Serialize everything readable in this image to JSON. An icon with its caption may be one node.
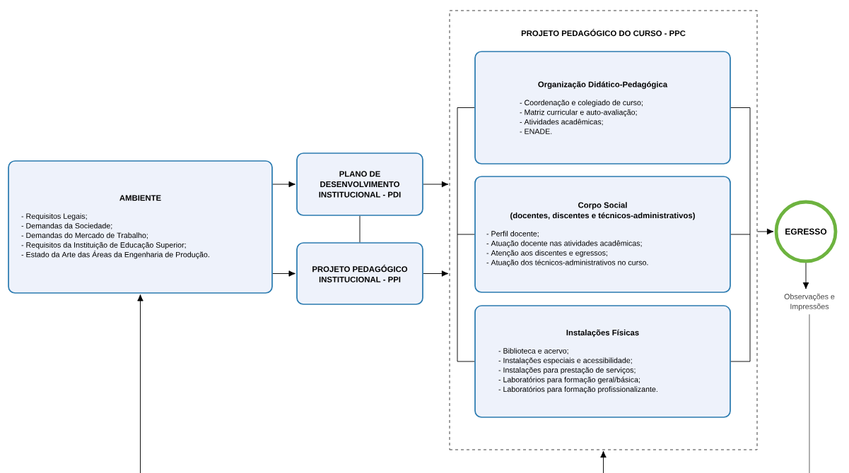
{
  "diagram": {
    "nodes": [
      {
        "text": [
          "AMBIENTE",
          "- Requisitos Legais;",
          "- Demandas da Sociedade;",
          "- Demandas do Mercado de Trabalho;",
          "- Requisitos da Instituição de Educação Superior;",
          "- Estado da Arte das Áreas da Engenharia de Produção."
        ]
      },
      {
        "text": [
          "PLANO DE DESENVOLVIMENTO INSTITUCIONAL - PDI"
        ]
      },
      {
        "text": [
          "PROJETO PEDAGÓGICO INSTITUCIONAL - PPI"
        ]
      },
      {
        "text": [
          "PROJETO PEDAGÓGICO DO CURSO - PPC"
        ]
      },
      {
        "text": [
          "Organização Didático-Pedagógica",
          "- Coordenação e colegiado de curso;",
          "- Matriz curricular e auto-avaliação;",
          "- Atividades acadêmicas;",
          "- ENADE."
        ],
        "in": 3
      },
      {
        "text": [
          "Corpo Social",
          "(docentes, discentes e técnicos-administrativos)",
          "- Perfil docente;",
          "- Atuação docente nas atividades acadêmicas;",
          "- Atenção aos discentes e egressos;",
          "- Atuação dos técnicos-administrativos no curso."
        ],
        "in": 3
      },
      {
        "text": [
          "Instalações Físicas",
          "- Biblioteca e acervo;",
          "- Instalações especiais e acessibilidade;",
          "- Instalações para prestação de serviços;",
          "- Laboratórios para formação geral/básica;",
          "- Laboratórios para formação profissionalizante."
        ],
        "in": 3
      },
      {
        "text": [
          "EGRESSO"
        ]
      },
      {
        "text": [
          "Observações e Impressões"
        ]
      }
    ],
    "edges": [
      {
        "from": 0,
        "to": 1,
        "arrow": "to"
      },
      {
        "from": 0,
        "to": 2,
        "arrow": "to"
      },
      {
        "from": 1,
        "to": 2,
        "arrow": "none"
      },
      {
        "from": 1,
        "to": 3,
        "arrow": "to"
      },
      {
        "from": 2,
        "to": 3,
        "arrow": "to"
      },
      {
        "from": 3,
        "to": 7,
        "arrow": "to"
      },
      {
        "from": 7,
        "to": 8,
        "arrow": "to"
      },
      {
        "from": null,
        "to": 0,
        "arrow": "to"
      },
      {
        "from": null,
        "to": 3,
        "arrow": "to"
      },
      {
        "from": 8,
        "to": null,
        "arrow": "none"
      }
    ]
  }
}
